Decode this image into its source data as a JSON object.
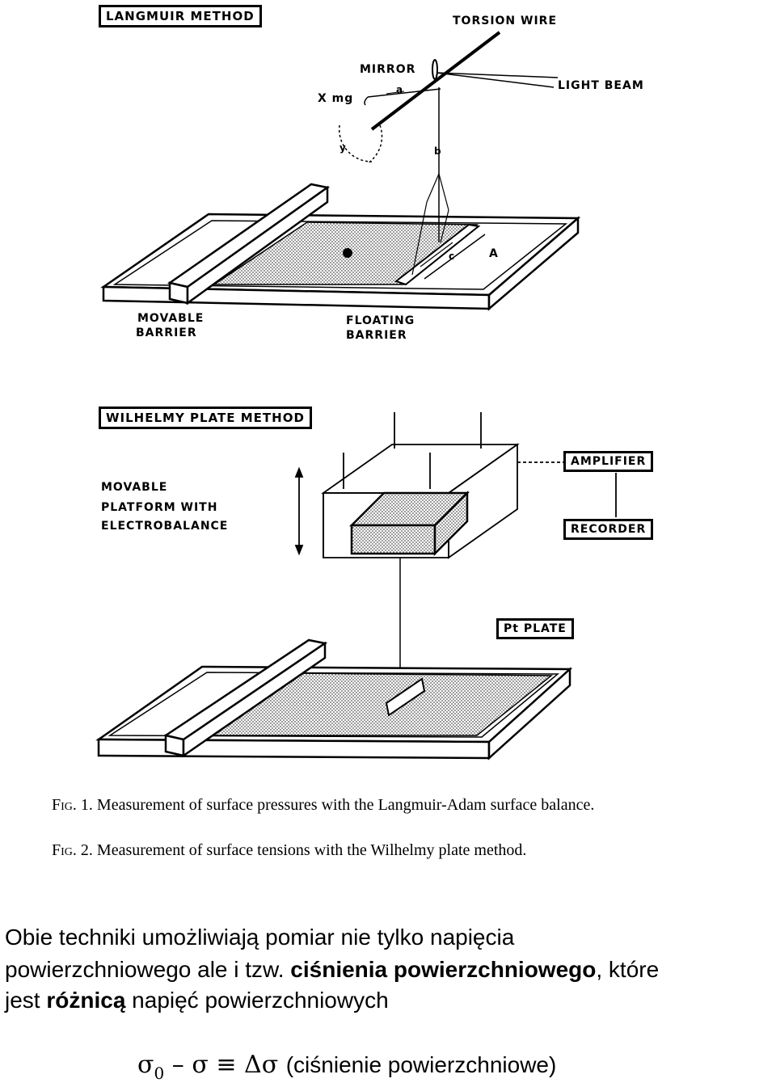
{
  "figure1": {
    "title": "LANGMUIR METHOD",
    "labels": {
      "torsion_wire": "TORSION WIRE",
      "mirror": "MIRROR",
      "light_beam": "LIGHT BEAM",
      "x_mg": "X mg",
      "a": "a",
      "y": "y",
      "b": "b",
      "c": "c",
      "A": "A",
      "movable_barrier_1": "MOVABLE",
      "movable_barrier_2": "BARRIER",
      "floating_barrier_1": "FLOATING",
      "floating_barrier_2": "BARRIER"
    }
  },
  "figure2": {
    "title": "WILHELMY PLATE METHOD",
    "labels": {
      "platform_1": "MOVABLE",
      "platform_2": "PLATFORM WITH",
      "platform_3": "ELECTROBALANCE",
      "amplifier": "AMPLIFIER",
      "recorder": "RECORDER",
      "pt_plate": "Pt PLATE"
    }
  },
  "captions": {
    "fig1_prefix": "Fig.",
    "fig1_text": " 1. Measurement of surface pressures with the Langmuir-Adam surface balance.",
    "fig2_prefix": "Fig.",
    "fig2_text": " 2. Measurement of surface tensions with the Wilhelmy plate method."
  },
  "polish_text": {
    "line1": "Obie techniki umożliwiają pomiar nie tylko napięcia",
    "line2_a": "powierzchniowego ale i tzw. ",
    "line2_bold": "ciśnienia powierzchniowego",
    "line2_b": ", które",
    "line3_a": "jest ",
    "line3_bold": "różnicą",
    "line3_b": " napięć powierzchniowych"
  },
  "formula": {
    "sigma0": "σ",
    "sub0": "0",
    "minus": "–",
    "sigma": "σ",
    "equiv": "≡",
    "delta_sigma": "Δσ",
    "note": "(ciśnienie powierzchniowe)"
  }
}
